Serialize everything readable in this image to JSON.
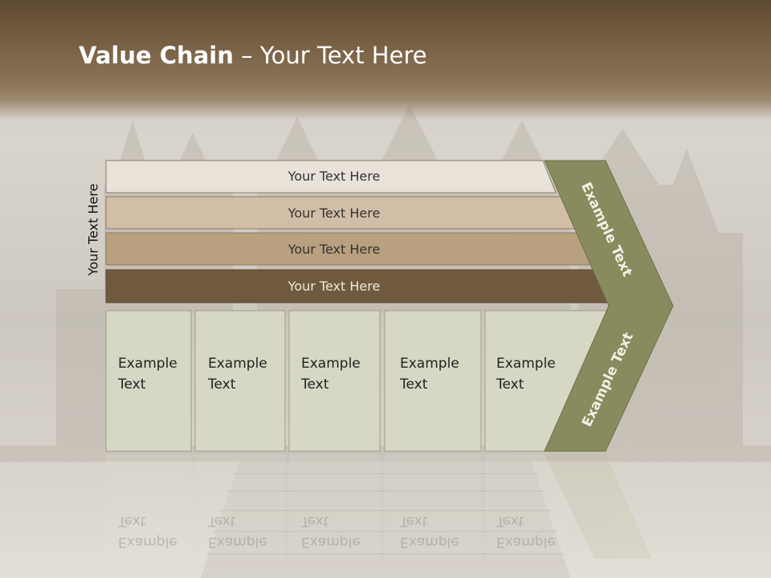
{
  "title": {
    "bold": "Value Chain",
    "rest": " – Your Text Here"
  },
  "side_label": "Your Text Here",
  "bars": [
    {
      "label": "Your Text Here"
    },
    {
      "label": "Your Text Here"
    },
    {
      "label": "Your Text Here"
    },
    {
      "label": "Your Text Here"
    }
  ],
  "cells": [
    {
      "line1": "Example",
      "line2": "Text"
    },
    {
      "line1": "Example",
      "line2": "Text"
    },
    {
      "line1": "Example",
      "line2": "Text"
    },
    {
      "line1": "Example",
      "line2": "Text"
    },
    {
      "line1": "Example",
      "line2": "Text"
    }
  ],
  "chevron": {
    "upper": "Example Text",
    "lower": "Example Text"
  },
  "colors": {
    "bar1": "#e8e2d8",
    "bar2": "#d2bea6",
    "bar3": "#b9a07f",
    "bar4": "#705a3f",
    "cell": "#d6d7c4",
    "chevron": "#888b5d",
    "header": "#6f583c"
  }
}
